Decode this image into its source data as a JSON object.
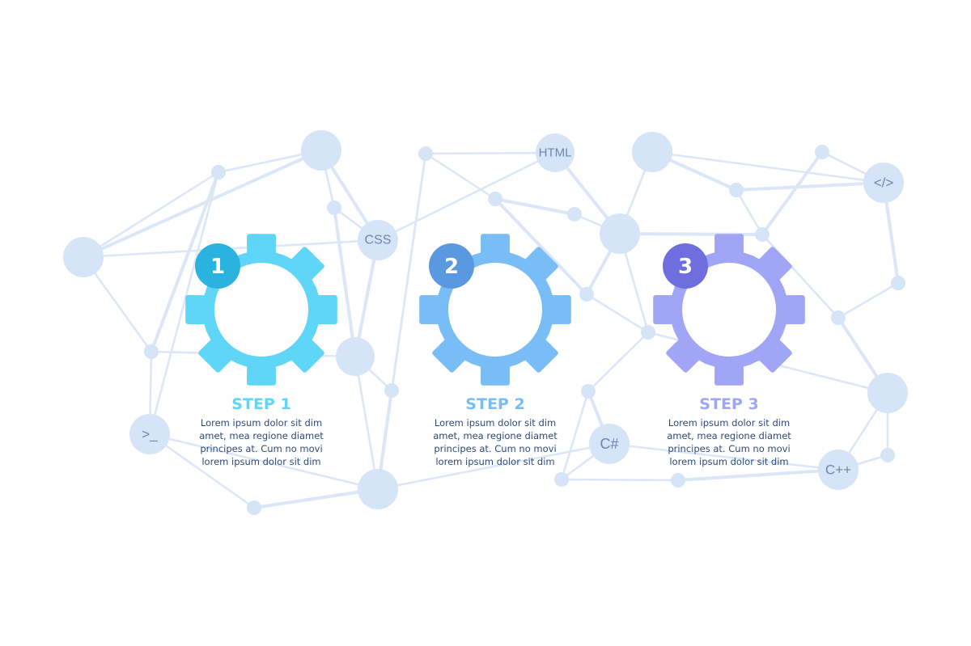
{
  "network": {
    "line_color": "#dbe6f7",
    "node_color": "#d6e4f8",
    "label_color": "#6b86ad",
    "tech_labels": [
      "HTML",
      "CSS",
      "</>",
      ">_",
      "C#",
      "C++"
    ]
  },
  "steps": [
    {
      "number": "1",
      "title": "STEP 1",
      "gear_color": "#5fd5f7",
      "badge_color": "#2bb3e0",
      "body": [
        "Lorem ipsum dolor sit dim",
        "amet, mea regione diamet",
        "principes at. Cum no movi",
        "lorem ipsum dolor sit dim"
      ]
    },
    {
      "number": "2",
      "title": "STEP 2",
      "gear_color": "#79bdf6",
      "badge_color": "#5a98e0",
      "body": [
        "Lorem ipsum dolor sit dim",
        "amet, mea regione diamet",
        "principes at. Cum no movi",
        "lorem ipsum dolor sit dim"
      ]
    },
    {
      "number": "3",
      "title": "STEP 3",
      "gear_color": "#a1a5f5",
      "badge_color": "#6f6ede",
      "body": [
        "Lorem ipsum dolor sit dim",
        "amet, mea regione diamet",
        "principes at. Cum no movi",
        "lorem ipsum dolor sit dim"
      ]
    }
  ]
}
